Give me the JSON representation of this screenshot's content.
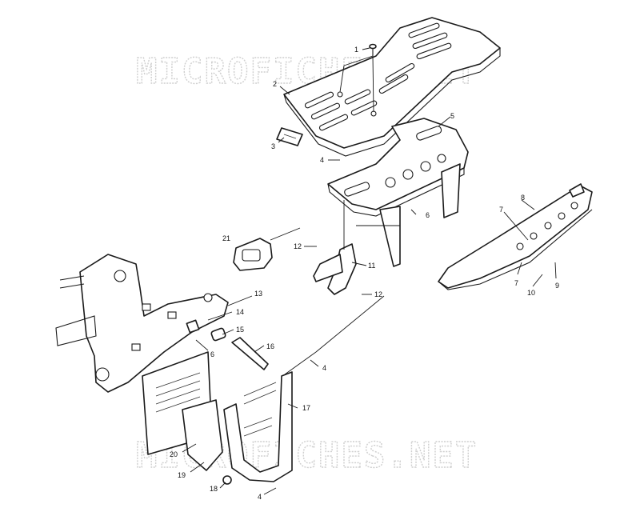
{
  "watermark": {
    "text": "MICROFICHES.NET"
  },
  "callouts": {
    "c1": "1",
    "c2": "2",
    "c3": "3",
    "c4a": "4",
    "c4b": "4",
    "c4c": "4",
    "c5": "5",
    "c6a": "6",
    "c6b": "6",
    "c7a": "7",
    "c7b": "7",
    "c8": "8",
    "c9": "9",
    "c10": "10",
    "c11": "11",
    "c12a": "12",
    "c12b": "12",
    "c13": "13",
    "c14": "14",
    "c15": "15",
    "c16": "16",
    "c17": "17",
    "c18": "18",
    "c19": "19",
    "c20": "20",
    "c21": "21"
  }
}
